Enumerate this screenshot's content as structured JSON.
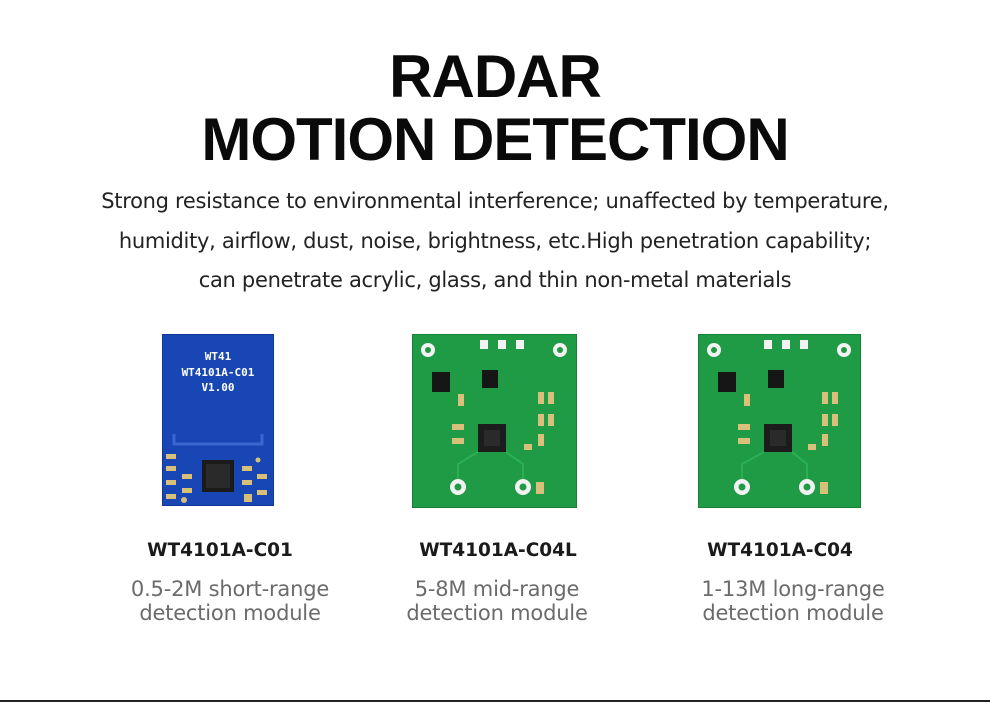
{
  "header": {
    "title_line1": "RADAR",
    "title_line2": "MOTION DETECTION"
  },
  "description": {
    "line1": "Strong resistance to environmental interference; unaffected by temperature,",
    "line2": "humidity, airflow, dust, noise, brightness, etc.High penetration capability;",
    "line3": "can penetrate acrylic, glass, and thin non-metal materials"
  },
  "products": [
    {
      "name": "WT4101A-C01",
      "desc_line1": "0.5-2M short-range",
      "desc_line2": "detection module",
      "board_color": "#1846b4",
      "silkscreen": {
        "line1": "WT41",
        "line2": "WT4101A-C01",
        "line3": "V1.00"
      }
    },
    {
      "name": "WT4101A-C04L",
      "desc_line1": "5-8M mid-range",
      "desc_line2": "detection module",
      "board_color": "#1f9a45"
    },
    {
      "name": "WT4101A-C04",
      "desc_line1": "1-13M long-range",
      "desc_line2": "detection module",
      "board_color": "#1f9a45"
    }
  ]
}
